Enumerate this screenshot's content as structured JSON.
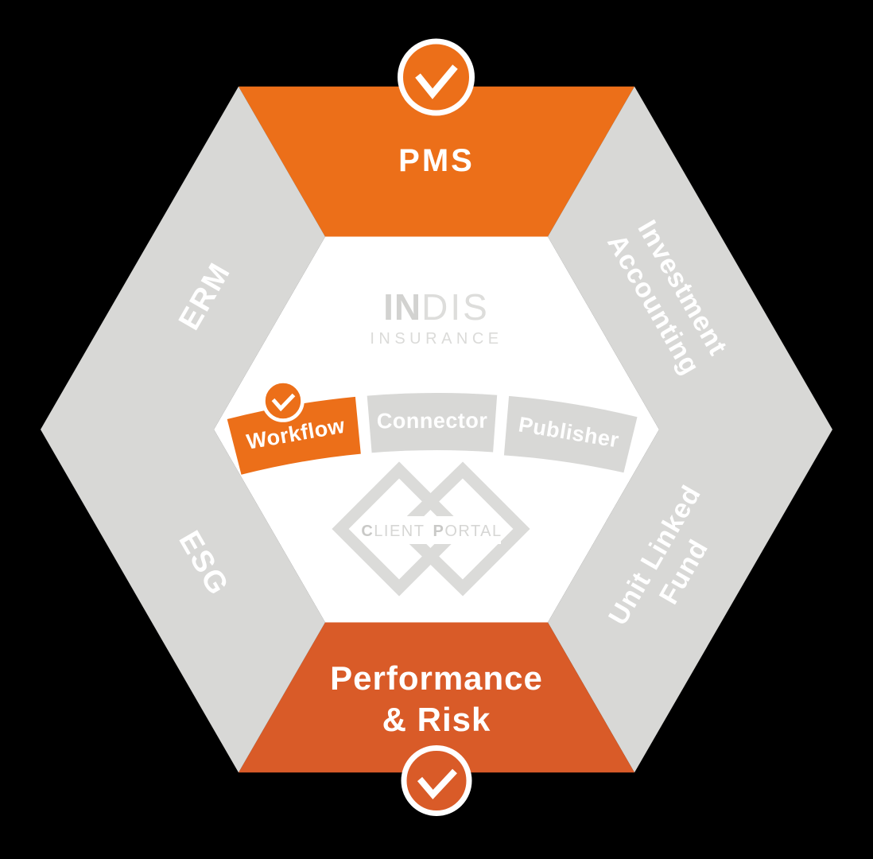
{
  "title": "INDIS Insurance platform hexagon diagram",
  "colors": {
    "background": "#000000",
    "orange_bright": "#EC6F19",
    "orange_deep": "#D95B28",
    "gray": "#D8D8D6",
    "white": "#FFFFFF",
    "logo_gray": "#DBDBD9",
    "logo_gray_dark": "#C9C9C7",
    "logo_text_gray": "#D6D6D4"
  },
  "segments": {
    "pms": {
      "label": "PMS",
      "selected": true
    },
    "investment_accounting": {
      "line1": "Investment",
      "line2": "Accounting",
      "selected": false
    },
    "unit_linked_fund": {
      "line1": "Unit Linked",
      "line2": "Fund",
      "selected": false
    },
    "performance_risk": {
      "line1": "Performance",
      "line2": "& Risk",
      "selected": true
    },
    "esg": {
      "label": "ESG",
      "selected": false
    },
    "erm": {
      "label": "ERM",
      "selected": false
    }
  },
  "modules": {
    "workflow": {
      "label": "Workflow",
      "selected": true
    },
    "connector": {
      "label": "Connector",
      "selected": false
    },
    "publisher": {
      "label": "Publisher",
      "selected": false
    }
  },
  "brand": {
    "name_bold": "IN",
    "name_light": "DIS",
    "subtitle": "INSURANCE"
  },
  "client_portal": {
    "c": "C",
    "lient": "LIENT",
    "p": "P",
    "ortal": "ORTAL"
  }
}
